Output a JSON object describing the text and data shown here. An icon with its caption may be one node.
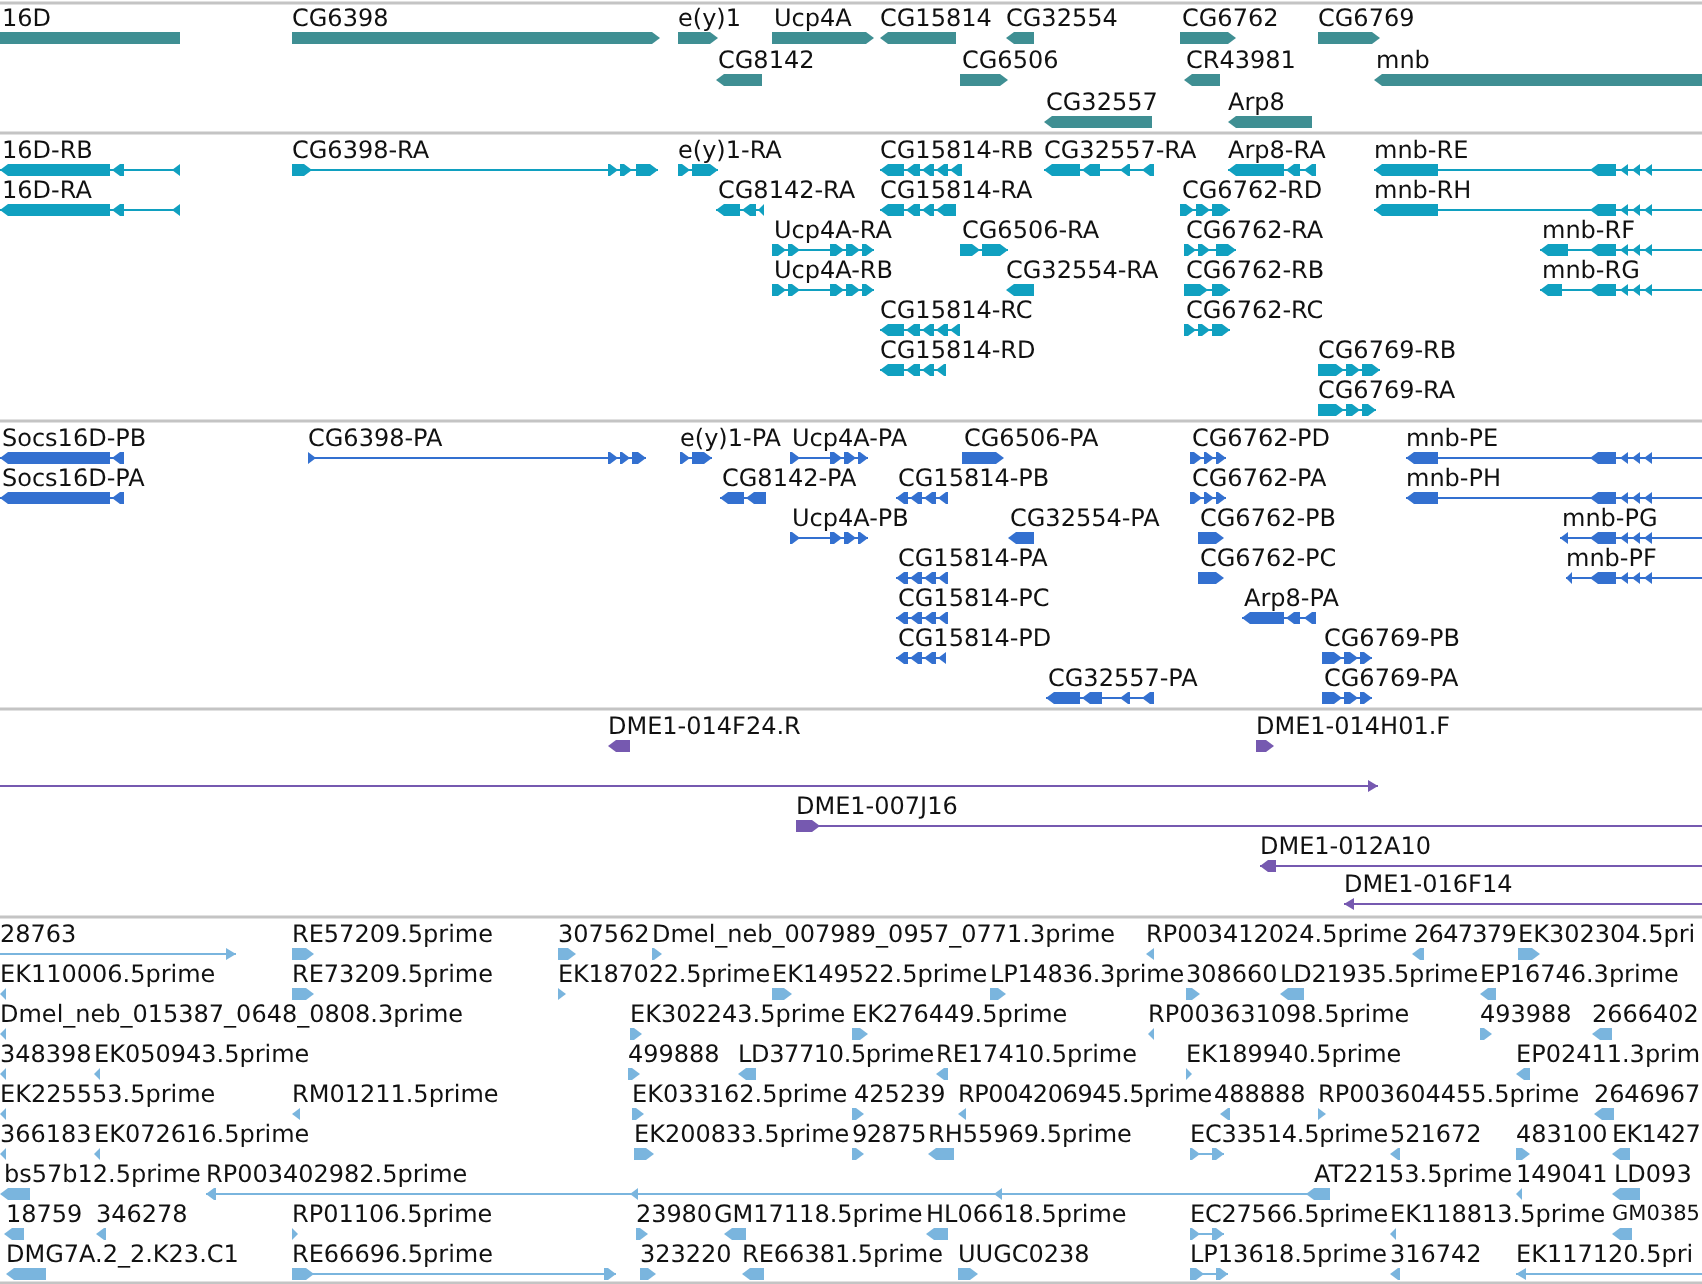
{
  "diagram": {
    "labels": [
      "16D",
      "CG6398",
      "e(y)1",
      "Ucp4A",
      "CG15814",
      "CG32554",
      "CG6762",
      "CG6769",
      "CG8142",
      "CG6506",
      "CR43981",
      "mnb",
      "CG32557",
      "Arp8",
      "16D-RB",
      "CG6398-RA",
      "e(y)1-RA",
      "CG15814-RB",
      "CG32557-RA",
      "Arp8-RA",
      "mnb-RE",
      "16D-RA",
      "CG8142-RA",
      "CG15814-RA",
      "CG6762-RD",
      "mnb-RH",
      "Ucp4A-RA",
      "CG6506-RA",
      "CG6762-RA",
      "mnb-RF",
      "Ucp4A-RB",
      "CG32554-RA",
      "CG6762-RB",
      "mnb-RG",
      "CG15814-RC",
      "CG6762-RC",
      "CG15814-RD",
      "CG6769-RB",
      "CG6769-RA",
      "Socs16D-PB",
      "CG6398-PA",
      "e(y)1-PA",
      "Ucp4A-PA",
      "CG6506-PA",
      "CG6762-PD",
      "mnb-PE",
      "Socs16D-PA",
      "CG8142-PA",
      "CG15814-PB",
      "CG6762-PA",
      "mnb-PH",
      "Ucp4A-PB",
      "CG32554-PA",
      "CG6762-PB",
      "mnb-PG",
      "CG15814-PA",
      "CG6762-PC",
      "mnb-PF",
      "CG15814-PC",
      "Arp8-PA",
      "CG15814-PD",
      "CG6769-PB",
      "CG32557-PA",
      "CG6769-PA",
      "DME1-014F24.R",
      "DME1-014H01.F",
      "DME1-007J16",
      "DME1-012A10",
      "DME1-016F14",
      "28763",
      "RE57209.5prime",
      "307562",
      "Dmel_neb_007989_0957_0771.3prime",
      "RP003412024.5prime",
      "2647379",
      "EK302304.5pri",
      "EK110006.5prime",
      "RE73209.5prime",
      "EK187022.5prime",
      "EK149522.5prime",
      "LP14836.3prime",
      "308660",
      "LD21935.5prime",
      "EP16746.3prime",
      "Dmel_neb_015387_0648_0808.3prime",
      "EK302243.5prime",
      "EK276449.5prime",
      "RP003631098.5prime",
      "493988",
      "2666402",
      "348398",
      "EK050943.5prime",
      "499888",
      "LD37710.5prime",
      "RE17410.5prime",
      "EK189940.5prime",
      "EP02411.3prim",
      "EK225553.5prime",
      "RM01211.5prime",
      "EK033162.5prime",
      "425239",
      "RP004206945.5prime",
      "488888",
      "RP003604455.5prime",
      "2646967",
      "366183",
      "EK072616.5prime",
      "EK200833.5prime",
      "92875",
      "RH55969.5prime",
      "EC33514.5prime",
      "521672",
      "483100",
      "EK1427",
      "bs57b12.5prime",
      "RP003402982.5prime",
      "AT22153.5prime",
      "149041",
      "LD093",
      "18759",
      "346278",
      "RP01106.5prime",
      "23980",
      "GM17118.5prime",
      "HL06618.5prime",
      "EC27566.5prime",
      "EK118813.5prime",
      "GM0385",
      "DMG7A.2_2.K23.C1",
      "RE66696.5prime",
      "323220",
      "RE66381.5prime",
      "UUGC0238",
      "LP13618.5prime",
      "316742",
      "EK117120.5pri"
    ]
  }
}
